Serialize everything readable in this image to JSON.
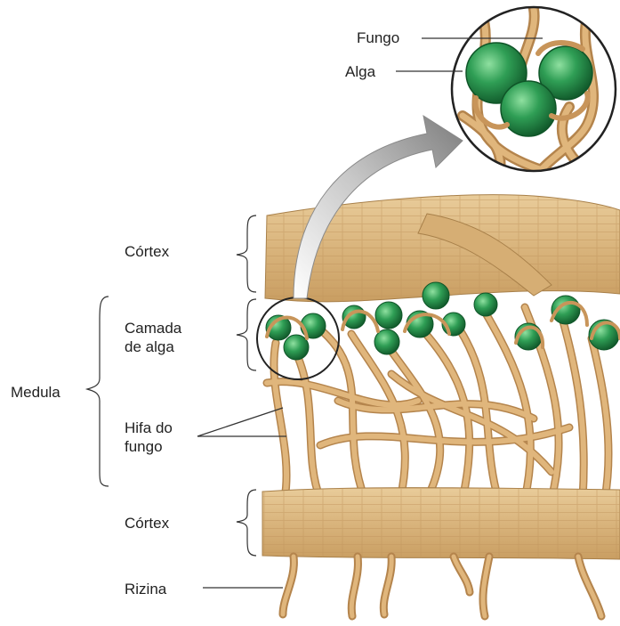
{
  "labels": {
    "fungo": "Fungo",
    "alga": "Alga",
    "cortex_top": "Córtex",
    "camada_line1": "Camada",
    "camada_line2": "de alga",
    "medula": "Medula",
    "hifa_line1": "Hifa do",
    "hifa_line2": "fungo",
    "cortex_bottom": "Córtex",
    "rizina": "Rizina"
  },
  "colors": {
    "hypha": "#d9ad72",
    "hypha_dark": "#b4844c",
    "cortex": "#e2c18c",
    "cortex_dark": "#c49a60",
    "alga": "#2f9e55",
    "alga_dark": "#156b33",
    "arrow": "#9a9a9a",
    "line": "#333333"
  }
}
